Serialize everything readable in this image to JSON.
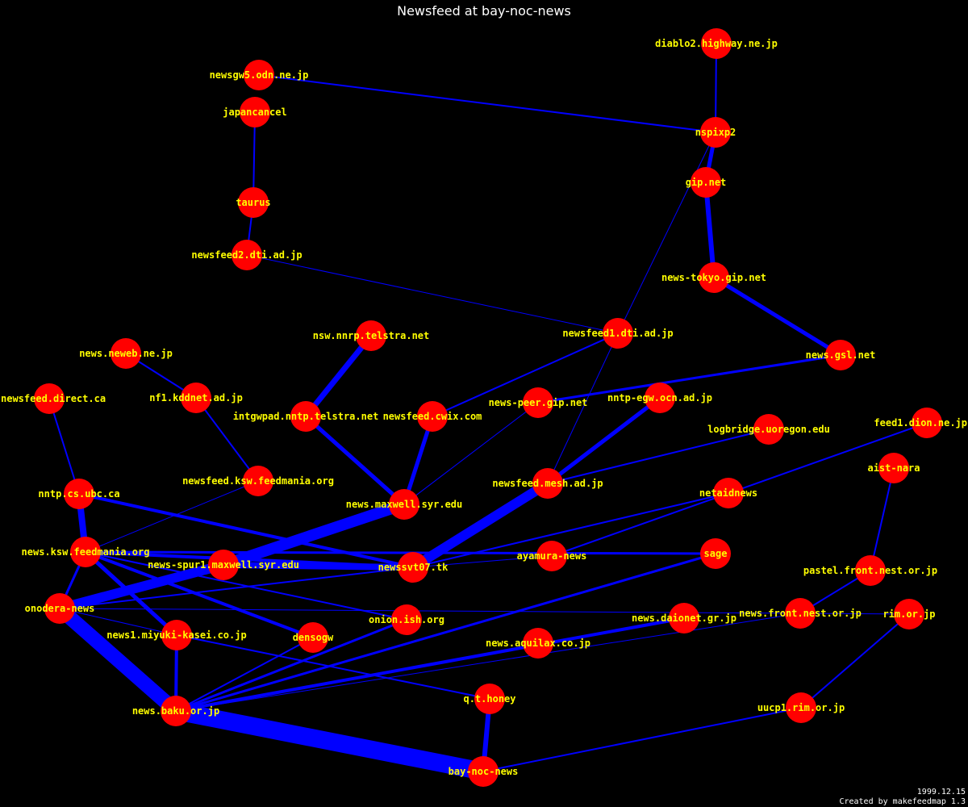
{
  "title": "Newsfeed at bay-noc-news",
  "footer": {
    "date": "1999.12.15",
    "credit": "Created by makefeedmap 1.3"
  },
  "colors": {
    "background": "#000000",
    "node": "#ff0000",
    "edge": "#0000ff",
    "label": "#ffff00",
    "text": "#ffffff"
  },
  "nodes": [
    {
      "id": "diablo2",
      "label": "diablo2.highway.ne.jp"
    },
    {
      "id": "newsgw5",
      "label": "newsgw5.odn.ne.jp"
    },
    {
      "id": "japancancel",
      "label": "japancancel"
    },
    {
      "id": "nspixp2",
      "label": "nspixp2"
    },
    {
      "id": "gipnet",
      "label": "gip.net"
    },
    {
      "id": "taurus",
      "label": "taurus"
    },
    {
      "id": "newsfeed2dti",
      "label": "newsfeed2.dti.ad.jp"
    },
    {
      "id": "newstokyogip",
      "label": "news-tokyo.gip.net"
    },
    {
      "id": "nswtelstra",
      "label": "nsw.nnrp.telstra.net"
    },
    {
      "id": "newsfeed1dti",
      "label": "newsfeed1.dti.ad.jp"
    },
    {
      "id": "newsneweb",
      "label": "news.neweb.ne.jp"
    },
    {
      "id": "newsgsl",
      "label": "news.gsl.net"
    },
    {
      "id": "newsfeeddirect",
      "label": "newsfeed.direct.ca"
    },
    {
      "id": "nf1kddnet",
      "label": "nf1.kddnet.ad.jp"
    },
    {
      "id": "newspeergip",
      "label": "news-peer.gip.net"
    },
    {
      "id": "nntpegw",
      "label": "nntp-egw.ocn.ad.jp"
    },
    {
      "id": "intgwpad",
      "label": "intgwpad.nntp.telstra.net"
    },
    {
      "id": "newsfeedcwix",
      "label": "newsfeed.cwix.com"
    },
    {
      "id": "logbridge",
      "label": "logbridge.uoregon.edu"
    },
    {
      "id": "feed1dion",
      "label": "feed1.dion.ne.jp"
    },
    {
      "id": "aistnara",
      "label": "aist-nara"
    },
    {
      "id": "newsfeedksw",
      "label": "newsfeed.ksw.feedmania.org"
    },
    {
      "id": "newsfeedmesh",
      "label": "newsfeed.mesh.ad.jp"
    },
    {
      "id": "nntpcsubc",
      "label": "nntp.cs.ubc.ca"
    },
    {
      "id": "netaidnews",
      "label": "netaidnews"
    },
    {
      "id": "newsmaxwell",
      "label": "news.maxwell.syr.edu"
    },
    {
      "id": "newskswfeedmania",
      "label": "news.ksw.feedmania.org"
    },
    {
      "id": "ayamura",
      "label": "ayamura-news"
    },
    {
      "id": "sage",
      "label": "sage"
    },
    {
      "id": "newsspur1",
      "label": "news-spur1.maxwell.syr.edu"
    },
    {
      "id": "newssvt07",
      "label": "newssvt07.tk"
    },
    {
      "id": "pastel",
      "label": "pastel.front.nest.or.jp"
    },
    {
      "id": "onodera",
      "label": "onodera-news"
    },
    {
      "id": "onionish",
      "label": "onion.ish.org"
    },
    {
      "id": "newsdaionet",
      "label": "news.daionet.gr.jp"
    },
    {
      "id": "newsfront",
      "label": "news.front.nest.or.jp"
    },
    {
      "id": "rimorjp",
      "label": "rim.or.jp"
    },
    {
      "id": "news1miyuki",
      "label": "news1.miyuki-kasei.co.jp"
    },
    {
      "id": "densogw",
      "label": "densogw"
    },
    {
      "id": "newsaquilax",
      "label": "news.aquilax.co.jp"
    },
    {
      "id": "qthoney",
      "label": "q.t.honey"
    },
    {
      "id": "newsbaku",
      "label": "news.baku.or.jp"
    },
    {
      "id": "uucp1rim",
      "label": "uucp1.rim.or.jp"
    },
    {
      "id": "baynoc",
      "label": "bay-noc-news"
    }
  ],
  "edges": [
    {
      "from": "diablo2",
      "to": "nspixp2",
      "weight": 2
    },
    {
      "from": "newsgw5",
      "to": "nspixp2",
      "weight": 2
    },
    {
      "from": "nspixp2",
      "to": "gipnet",
      "weight": 5
    },
    {
      "from": "nspixp2",
      "to": "newsfeed1dti",
      "weight": 1
    },
    {
      "from": "japancancel",
      "to": "taurus",
      "weight": 2
    },
    {
      "from": "taurus",
      "to": "newsfeed2dti",
      "weight": 2
    },
    {
      "from": "newsfeed2dti",
      "to": "newsfeed1dti",
      "weight": 1
    },
    {
      "from": "gipnet",
      "to": "newstokyogip",
      "weight": 6
    },
    {
      "from": "newstokyogip",
      "to": "newsgsl",
      "weight": 5
    },
    {
      "from": "newsgsl",
      "to": "newspeergip",
      "weight": 3
    },
    {
      "from": "newsfeed1dti",
      "to": "newsfeedcwix",
      "weight": 2
    },
    {
      "from": "newsfeed1dti",
      "to": "newsfeedmesh",
      "weight": 1
    },
    {
      "from": "nswtelstra",
      "to": "intgwpad",
      "weight": 7
    },
    {
      "from": "intgwpad",
      "to": "newsmaxwell",
      "weight": 5
    },
    {
      "from": "newsfeedcwix",
      "to": "newsmaxwell",
      "weight": 5
    },
    {
      "from": "newspeergip",
      "to": "newsmaxwell",
      "weight": 1
    },
    {
      "from": "newsneweb",
      "to": "nf1kddnet",
      "weight": 2
    },
    {
      "from": "nf1kddnet",
      "to": "newsfeedksw",
      "weight": 2
    },
    {
      "from": "newsfeeddirect",
      "to": "nntpcsubc",
      "weight": 2
    },
    {
      "from": "nntpegw",
      "to": "newsfeedmesh",
      "weight": 5
    },
    {
      "from": "logbridge",
      "to": "newsfeedmesh",
      "weight": 2
    },
    {
      "from": "feed1dion",
      "to": "ayamura",
      "weight": 2
    },
    {
      "from": "aistnara",
      "to": "pastel",
      "weight": 2
    },
    {
      "from": "newsfeedmesh",
      "to": "newssvt07",
      "weight": 12
    },
    {
      "from": "newsmaxwell",
      "to": "newsspur1",
      "weight": 14
    },
    {
      "from": "newsfeedksw",
      "to": "newskswfeedmania",
      "weight": 1
    },
    {
      "from": "nntpcsubc",
      "to": "newskswfeedmania",
      "weight": 8
    },
    {
      "from": "nntpcsubc",
      "to": "newssvt07",
      "weight": 4
    },
    {
      "from": "netaidnews",
      "to": "newssvt07",
      "weight": 2
    },
    {
      "from": "newskswfeedmania",
      "to": "newssvt07",
      "weight": 4
    },
    {
      "from": "newskswfeedmania",
      "to": "sage",
      "weight": 3
    },
    {
      "from": "newskswfeedmania",
      "to": "onodera",
      "weight": 3
    },
    {
      "from": "newskswfeedmania",
      "to": "news1miyuki",
      "weight": 5
    },
    {
      "from": "newskswfeedmania",
      "to": "densogw",
      "weight": 4
    },
    {
      "from": "newskswfeedmania",
      "to": "onionish",
      "weight": 2
    },
    {
      "from": "newsspur1",
      "to": "newssvt07",
      "weight": 8
    },
    {
      "from": "newsspur1",
      "to": "onodera",
      "weight": 12
    },
    {
      "from": "newssvt07",
      "to": "onodera",
      "weight": 2
    },
    {
      "from": "newssvt07",
      "to": "ayamura",
      "weight": 1
    },
    {
      "from": "onodera",
      "to": "newsbaku",
      "weight": 18
    },
    {
      "from": "onodera",
      "to": "news1miyuki",
      "weight": 1
    },
    {
      "from": "onodera",
      "to": "newsfront",
      "weight": 1
    },
    {
      "from": "news1miyuki",
      "to": "newsbaku",
      "weight": 4
    },
    {
      "from": "news1miyuki",
      "to": "qthoney",
      "weight": 2
    },
    {
      "from": "onionish",
      "to": "newsbaku",
      "weight": 3
    },
    {
      "from": "densogw",
      "to": "newsbaku",
      "weight": 2
    },
    {
      "from": "sage",
      "to": "newsbaku",
      "weight": 3
    },
    {
      "from": "newsdaionet",
      "to": "newsbaku",
      "weight": 4
    },
    {
      "from": "newsfront",
      "to": "newsbaku",
      "weight": 1
    },
    {
      "from": "newsfront",
      "to": "rimorjp",
      "weight": 1
    },
    {
      "from": "pastel",
      "to": "newsfront",
      "weight": 2
    },
    {
      "from": "rimorjp",
      "to": "uucp1rim",
      "weight": 2
    },
    {
      "from": "newsbaku",
      "to": "baynoc",
      "weight": 22
    },
    {
      "from": "qthoney",
      "to": "baynoc",
      "weight": 6
    },
    {
      "from": "uucp1rim",
      "to": "baynoc",
      "weight": 2
    }
  ]
}
